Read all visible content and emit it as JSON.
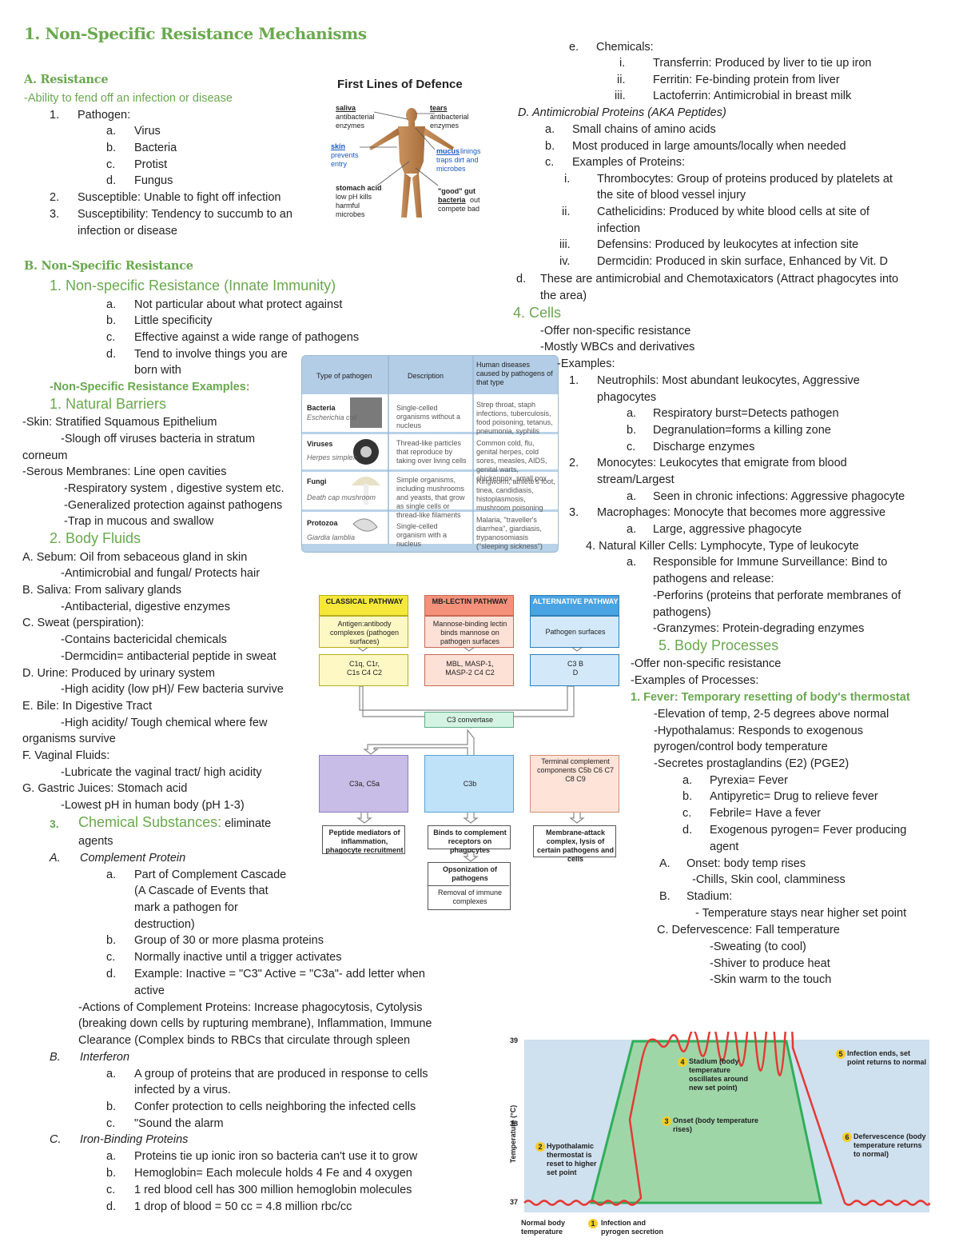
{
  "title": "1. Non-Specific Resistance Mechanisms",
  "secA": {
    "heading": "A. Resistance",
    "def": "-Ability to fend off an infection or disease",
    "items": [
      {
        "n": "1.",
        "t": "Pathogen:"
      },
      {
        "n": "a.",
        "t": "Virus"
      },
      {
        "n": "b.",
        "t": "Bacteria"
      },
      {
        "n": "c.",
        "t": "Protist"
      },
      {
        "n": "d.",
        "t": "Fungus"
      },
      {
        "n": "2.",
        "t": "Susceptible: Unable to fight off infection"
      },
      {
        "n": "3.",
        "t": "Susceptibility: Tendency to succumb to an"
      },
      {
        "n": "",
        "t": "infection or disease"
      }
    ]
  },
  "defence": {
    "title": "First Lines of Defence",
    "saliva_h": "saliva",
    "saliva_t1": "antibacterial",
    "saliva_t2": "enzymes",
    "tears_h": "tears",
    "tears_t1": "antibacterial",
    "tears_t2": "enzymes",
    "skin_h": "skin",
    "skin_t1": "prevents",
    "skin_t2": "entry",
    "mucus_h": "mucus",
    "mucus_t0": "linings",
    "mucus_t1": "traps dirt and",
    "mucus_t2": "microbes",
    "stomach_h": "stomach acid",
    "stomach_t1": "low pH kills",
    "stomach_t2": "harmful",
    "stomach_t3": "microbes",
    "gut_h1": "\"good\" gut",
    "gut_h2": "bacteria",
    "gut_t0": "out",
    "gut_t1": "compete bad"
  },
  "secB": {
    "heading": "B. Non-Specific Resistance",
    "h1": "1.   Non-specific Resistance (Innate Immunity)",
    "items": [
      {
        "n": "a.",
        "t": "Not particular about what protect against"
      },
      {
        "n": "b.",
        "t": "Little specificity"
      },
      {
        "n": "c.",
        "t": "Effective against a wide range of pathogens"
      },
      {
        "n": "d.",
        "t": "Tend to involve things you are"
      },
      {
        "n": "",
        "t": "born with"
      }
    ],
    "examples": "-Non-Specific Resistance Examples:"
  },
  "natural": {
    "heading": "1.   Natural Barriers",
    "lines": [
      "-Skin: Stratified Squamous Epithelium",
      "-Slough off viruses bacteria in stratum",
      "corneum",
      "-Serous Membranes: Line open cavities",
      "-Respiratory system , digestive system etc.",
      "-Generalized protection against pathogens",
      "-Trap in mucous and swallow"
    ]
  },
  "fluids": {
    "heading": "2.   Body Fluids",
    "lines": [
      "A. Sebum:  Oil from sebaceous gland in skin",
      "-Antimicrobial and fungal/ Protects hair",
      "B. Saliva:  From salivary glands",
      "-Antibacterial, digestive enzymes",
      "C. Sweat (perspiration):",
      "-Contains bactericidal chemicals",
      "-Dermcidin= antibacterial peptide in sweat",
      "D. Urine:  Produced by urinary system",
      "-High acidity (low pH)/  Few bacteria survive",
      "E. Bile:  In Digestive Tract",
      "-High acidity/ Tough chemical where few",
      "organisms survive",
      "F. Vaginal Fluids:",
      "-Lubricate the vaginal tract/ high acidity",
      "G. Gastric Juices:  Stomach acid",
      "-Lowest pH in human body (pH 1-3)"
    ]
  },
  "chem": {
    "num": "3.",
    "heading": "Chemical Substances:",
    "heading_rest": " eliminate",
    "line2": "agents",
    "A": "A.",
    "A_t": "Complement Protein",
    "A_items": [
      {
        "n": "a.",
        "t": "Part of Complement Cascade"
      },
      {
        "n": "",
        "t": "(A Cascade of Events that"
      },
      {
        "n": "",
        "t": "mark a pathogen for"
      },
      {
        "n": "",
        "t": "destruction)"
      },
      {
        "n": "b.",
        "t": "Group of 30 or more plasma proteins"
      },
      {
        "n": "c.",
        "t": "Normally inactive until a trigger activates"
      },
      {
        "n": "d.",
        "t": "Example:  Inactive = \"C3\"   Active = \"C3a\"- add letter when"
      },
      {
        "n": "",
        "t": "active"
      }
    ],
    "actions": [
      "-Actions of Complement Proteins: Increase phagocytosis, Cytolysis",
      "(breaking down cells by rupturing membrane), Inflammation, Immune",
      "Clearance (Complex binds to RBCs that circulate through spleen"
    ],
    "B": "B.",
    "B_t": "Interferon",
    "B_items": [
      {
        "n": "a.",
        "t": "A group of proteins that are produced in response to cells"
      },
      {
        "n": "",
        "t": "infected by a virus."
      },
      {
        "n": "b.",
        "t": "Confer protection to cells neighboring the infected cells"
      },
      {
        "n": "c.",
        "t": "\"Sound the alarm"
      }
    ],
    "C": "C.",
    "C_t": "Iron-Binding Proteins",
    "C_items": [
      {
        "n": "a.",
        "t": "Proteins tie up ionic iron so bacteria can't use it to grow"
      },
      {
        "n": "b.",
        "t": "Hemoglobin= Each molecule holds 4 Fe and 4 oxygen"
      },
      {
        "n": "c.",
        "t": "1 red blood cell has 300 million hemoglobin molecules"
      },
      {
        "n": "d.",
        "t": "1 drop of blood = 50 cc = 4.8 million rbc/cc"
      }
    ]
  },
  "pathogen_table": {
    "headers": [
      "Type of pathogen",
      "Description",
      "Human diseases caused by pathogens of that type"
    ],
    "rows": [
      {
        "type": "Bacteria",
        "sub": "Escherichia coli",
        "desc": "Single-celled organisms without a nucleus",
        "dis": "Strep throat, staph infections, tuberculosis, food poisoning, tetanus, pneumonia, syphilis"
      },
      {
        "type": "Viruses",
        "sub": "Herpes simplex",
        "desc": "Thread-like particles that reproduce by taking over living cells",
        "dis": "Common cold, flu, genital herpes, cold sores, measles, AIDS, genital warts, chickenpox, small pox"
      },
      {
        "type": "Fungi",
        "sub": "Death cap mushroom",
        "desc": "Simple organisms, including mushrooms and yeasts, that grow as single cells or thread-like filaments",
        "dis": "Ringworm, athlete's foot, tinea, candidiasis, histoplasmosis, mushroom poisoning"
      },
      {
        "type": "Protozoa",
        "sub": "Giardia lamblia",
        "desc": "Single-celled organism with a nucleus",
        "dis": "Malaria, \"traveller's diarrhea\", giardiasis, trypanosomiasis (\"sleeping sickness\")"
      }
    ]
  },
  "cascade": {
    "classical": "CLASSICAL PATHWAY",
    "mb": "MB-LECTIN PATHWAY",
    "alt": "ALTERNATIVE PATHWAY",
    "classical_trigger": "Antigen:antibody complexes (pathogen surfaces)",
    "mb_trigger": "Mannose-binding lectin binds mannose on pathogen surfaces",
    "alt_trigger": "Pathogen surfaces",
    "classical_comp": "C1q, C1r, C1s C4 C2",
    "mb_comp": "MBL, MASP-1, MASP-2 C4 C2",
    "alt_comp": "C3 B D",
    "convertase": "C3 convertase",
    "c3a": "C3a, C5a",
    "c3b": "C3b",
    "terminal": "Terminal complement components C5b C6 C7 C8 C9",
    "out1": "Peptide mediators of inflammation, phagocyte recruitment",
    "out2": "Binds to complement receptors on phagocytes",
    "out3": "Membrane-attack complex, lysis of certain pathogens and cells",
    "out4": "Opsonization of pathogens",
    "out5": "Removal of immune complexes"
  },
  "right": {
    "chem_e": {
      "n": "e.",
      "t": "Chemicals:"
    },
    "chem_items": [
      {
        "n": "i.",
        "t": "Transferrin: Produced by liver to tie up iron"
      },
      {
        "n": "ii.",
        "t": "Ferritin: Fe-binding protein from liver"
      },
      {
        "n": "iii.",
        "t": "Lactoferrin: Antimicrobial in breast milk"
      }
    ],
    "D": "D. Antimicrobial Proteins (AKA Peptides)",
    "D_items": [
      {
        "n": "a.",
        "t": "Small chains of amino acids"
      },
      {
        "n": "b.",
        "t": "Most produced in large amounts/locally when needed"
      },
      {
        "n": "c.",
        "t": "Examples of Proteins:"
      }
    ],
    "D_roman": [
      {
        "n": "i.",
        "t": "Thrombocytes:  Group of proteins produced by platelets at"
      },
      {
        "n": "",
        "t": "the site of blood vessel injury"
      },
      {
        "n": "ii.",
        "t": "Cathelicidins:  Produced by white blood cells at site of"
      },
      {
        "n": "",
        "t": "infection"
      },
      {
        "n": "iii.",
        "t": "Defensins:  Produced by leukocytes at infection site"
      },
      {
        "n": "iv.",
        "t": "Dermcidin:  Produced in skin surface, Enhanced by Vit. D"
      }
    ],
    "D_d": {
      "n": "d.",
      "t": "These are antimicrobial and Chemotaxicators (Attract phagocytes into"
    },
    "D_d2": "the area)",
    "cells_h": "4.   Cells",
    "cells_lines": [
      "-Offer non-specific resistance",
      "-Mostly WBCs and derivatives",
      "-Examples:"
    ],
    "cells_items": [
      {
        "n": "1.",
        "t": "Neutrophils:  Most abundant leukocytes, Aggressive",
        "lvl": 1
      },
      {
        "n": "",
        "t": "phagocytes",
        "lvl": 1
      },
      {
        "n": "a.",
        "t": "Respiratory burst=Detects pathogen",
        "lvl": 2
      },
      {
        "n": "b.",
        "t": "Degranulation=forms a killing zone",
        "lvl": 2
      },
      {
        "n": "c.",
        "t": "Discharge enzymes",
        "lvl": 2
      },
      {
        "n": "2.",
        "t": "Monocytes:  Leukocytes that emigrate from blood",
        "lvl": 1
      },
      {
        "n": "",
        "t": "stream/Largest",
        "lvl": 1
      },
      {
        "n": "a.",
        "t": "Seen in chronic infections: Aggressive phagocyte",
        "lvl": 2
      },
      {
        "n": "3.",
        "t": "Macrophages:  Monocyte that becomes more aggressive",
        "lvl": 1
      },
      {
        "n": "a.",
        "t": "Large, aggressive phagocyte",
        "lvl": 2
      }
    ],
    "nk": "4. Natural Killer Cells:  Lymphocyte, Type of leukocyte",
    "nk_items": [
      {
        "n": "a.",
        "t": "Responsible for Immune Surveillance:  Bind to"
      },
      {
        "n": "",
        "t": "pathogens and release:"
      },
      {
        "n": "",
        "t": "-Perforins (proteins that perforate membranes of"
      },
      {
        "n": "",
        "t": "pathogens)"
      },
      {
        "n": "",
        "t": "-Granzymes:  Protein-degrading enzymes"
      }
    ],
    "body_h": "5.   Body Processes",
    "body_lines": [
      "-Offer non-specific resistance",
      "-Examples of Processes:"
    ],
    "fever_h": "1. Fever: Temporary resetting of body's thermostat",
    "fever_lines": [
      "-Elevation of temp, 2-5 degrees above normal",
      "-Hypothalamus: Responds to exogenous",
      "pyrogen/control body temperature",
      "-Secretes prostaglandins (E2) (PGE2)"
    ],
    "fever_items": [
      {
        "n": "a.",
        "t": "Pyrexia= Fever"
      },
      {
        "n": "b.",
        "t": "Antipyretic= Drug to relieve fever"
      },
      {
        "n": "c.",
        "t": "Febrile= Have a fever"
      },
      {
        "n": "d.",
        "t": "Exogenous pyrogen= Fever producing"
      },
      {
        "n": "",
        "t": "agent"
      }
    ],
    "onset": {
      "n": "A.",
      "t": "Onset:  body temp rises"
    },
    "onset2": "-Chills, Skin cool, clamminess",
    "stadium": {
      "n": "B.",
      "t": "Stadium:"
    },
    "stadium2": "- Temperature stays near higher set point",
    "defer": "C. Defervescence:  Fall temperature",
    "defer_lines": [
      "-Sweating (to cool)",
      "-Shiver to produce heat",
      "-Skin warm to the touch"
    ]
  },
  "fever_chart": {
    "ylabel": "Temperature (°C)",
    "yticks": [
      "39",
      "38",
      "37"
    ],
    "label1": "Normal body temperature",
    "label2n": "1",
    "label2": "Infection and pyrogen secretion",
    "label3n": "2",
    "label3": "Hypothalamic thermostat is reset to higher set point",
    "label4n": "3",
    "label4": "Onset (body temperature rises)",
    "label5n": "4",
    "label5": "Stadium (body temperature oscillates around new set point)",
    "label6n": "5",
    "label6": "Infection ends, set point returns to normal",
    "label7n": "6",
    "label7": "Defervescence (body temperature returns to normal)",
    "colors": {
      "green": "#2fae5a",
      "red": "#e53935",
      "bg": "#cfe0ee"
    }
  }
}
